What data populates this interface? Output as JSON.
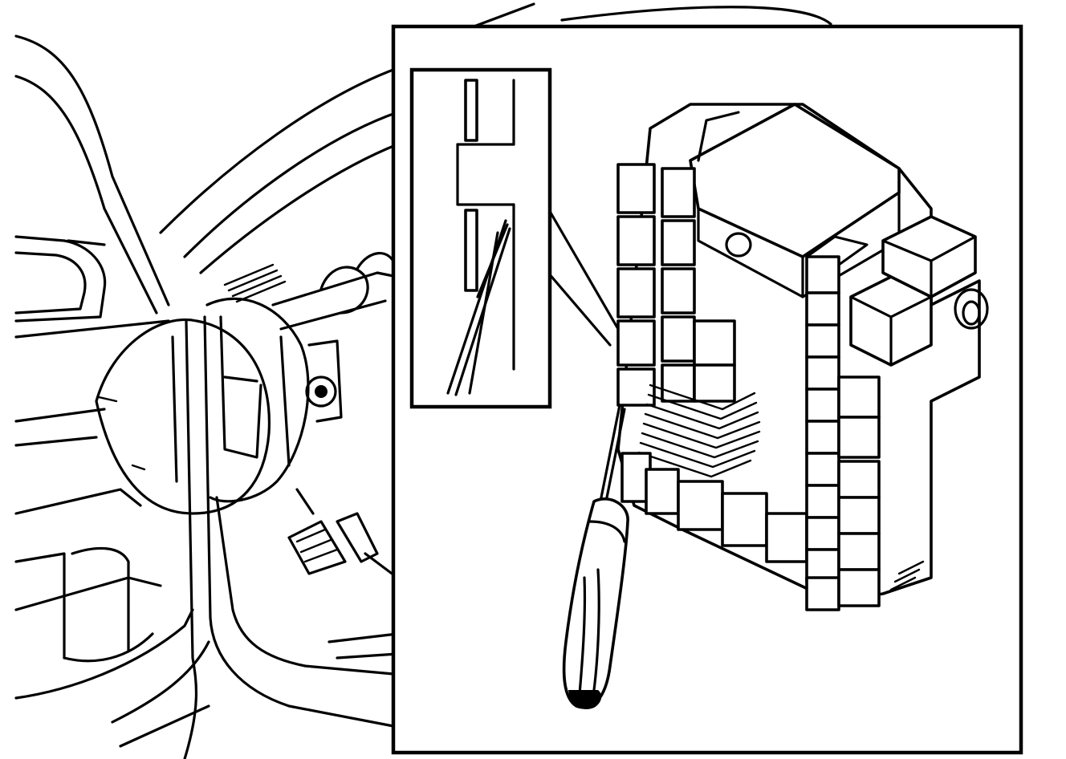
{
  "colors": {
    "line": "#000000",
    "background": "#ffffff"
  },
  "diagram": {
    "panels": [
      {
        "name": "vehicle-interior-overview"
      },
      {
        "name": "fuse-box-detail-inset"
      },
      {
        "name": "fuse-puller-detail-inset"
      }
    ],
    "icons": [
      "screwdriver-icon"
    ]
  }
}
